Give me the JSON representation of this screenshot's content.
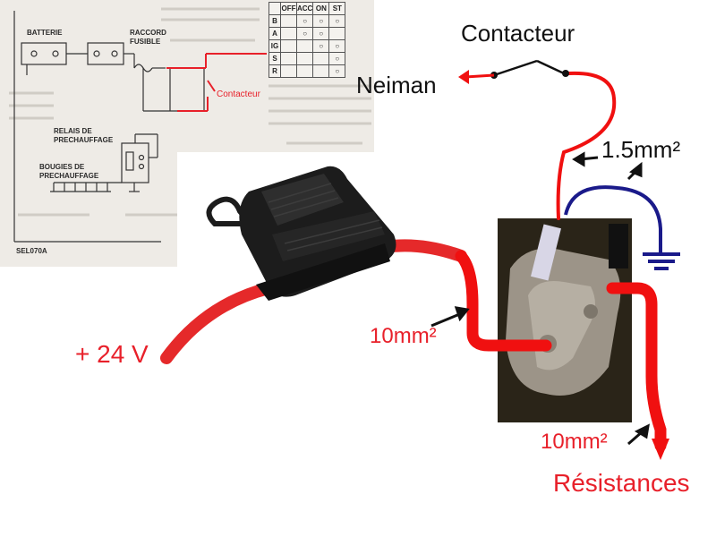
{
  "scan": {
    "battery_label": "BATTERIE",
    "fuse_label": "RACCORD\nFUSIBLE",
    "relay_label": "RELAIS DE\nPRECHAUFFAGE",
    "plugs_label": "BOUGIES DE\nPRECHAUFFAGE",
    "code": "SEL070A",
    "contacteur_small": "Contacteur",
    "table_headers": [
      "",
      "OFF",
      "ACC",
      "ON",
      "ST"
    ],
    "table_rows": [
      "B",
      "A",
      "IG",
      "S",
      "R"
    ]
  },
  "labels": {
    "contacteur": "Contacteur",
    "neiman": "Neiman",
    "wire_small": "1.5mm²",
    "wire_big_1": "10mm²",
    "wire_big_2": "10mm²",
    "voltage": "+ 24 V",
    "resistances": "Résistances"
  },
  "colors": {
    "wire_red": "#f01010",
    "ground_blue": "#1a1a8a",
    "fuse_black": "#1c1c1c"
  }
}
